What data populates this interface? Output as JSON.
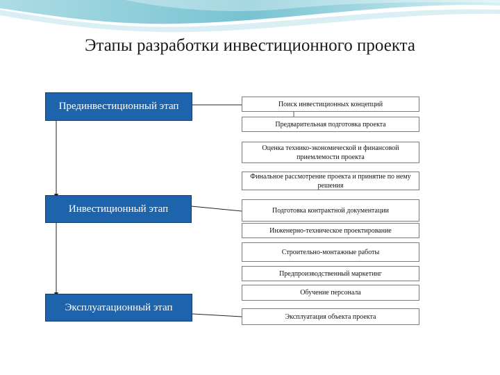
{
  "title": "Этапы разработки инвестиционного проекта",
  "stages": [
    "Прединвестиционный этап",
    "Инвестиционный этап",
    "Эксплуатационный этап"
  ],
  "tasks": [
    "Поиск инвестиционных концепций",
    "Предварительная подготовка проекта",
    "Оценка технико-экономической и финансовой приемлемости проекта",
    "Финальное рассмотрение проекта и принятие по нему решения",
    "Подготовка контрактной документации",
    "Инженерно-техническое проектирование",
    "Строительно-монтажные работы",
    "Предпроизводственный маркетинг",
    "Обучение персонала",
    "Эксплуатация объекта проекта"
  ],
  "colors": {
    "stage_fill": "#1d64ad",
    "stage_text": "#ffffff",
    "task_border": "#7a7a7a",
    "decor_teal": "#5fb8c9"
  }
}
